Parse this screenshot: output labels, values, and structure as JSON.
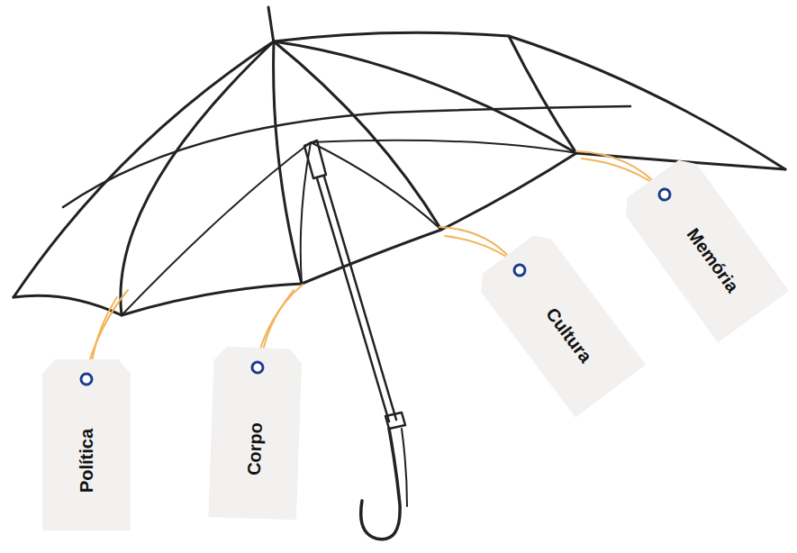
{
  "diagram": {
    "nodes": [
      {
        "text": [
          "Política"
        ]
      },
      {
        "text": [
          "Corpo"
        ]
      },
      {
        "text": [
          "Cultura"
        ]
      },
      {
        "text": [
          "Memória"
        ]
      }
    ]
  }
}
